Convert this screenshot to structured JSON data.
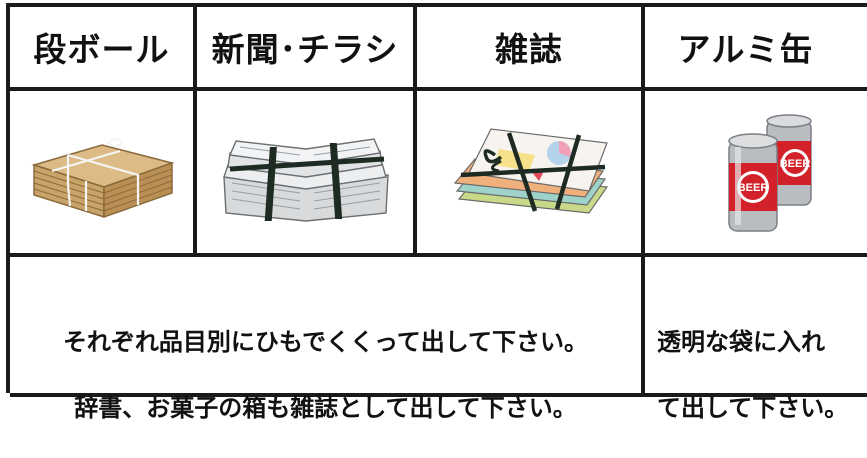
{
  "header": {
    "cardboard": "段ボール",
    "newspaper": "新聞･チラシ",
    "magazine": "雑誌",
    "aluminum": "アルミ缶"
  },
  "labels": {
    "beer": "BEER"
  },
  "notes": {
    "paper_line1": "それぞれ品目別にひもでくくって出して下さい。",
    "paper_line2": "辞書、お菓子の箱も雑誌として出して下さい。",
    "can_line1": "透明な袋に入れ",
    "can_line2": "て出して下さい。"
  },
  "colors": {
    "grid": "#1a1a1a",
    "cardboard": "#c9a46a",
    "can_red": "#d3212a",
    "can_silver": "#b9bcc0"
  }
}
